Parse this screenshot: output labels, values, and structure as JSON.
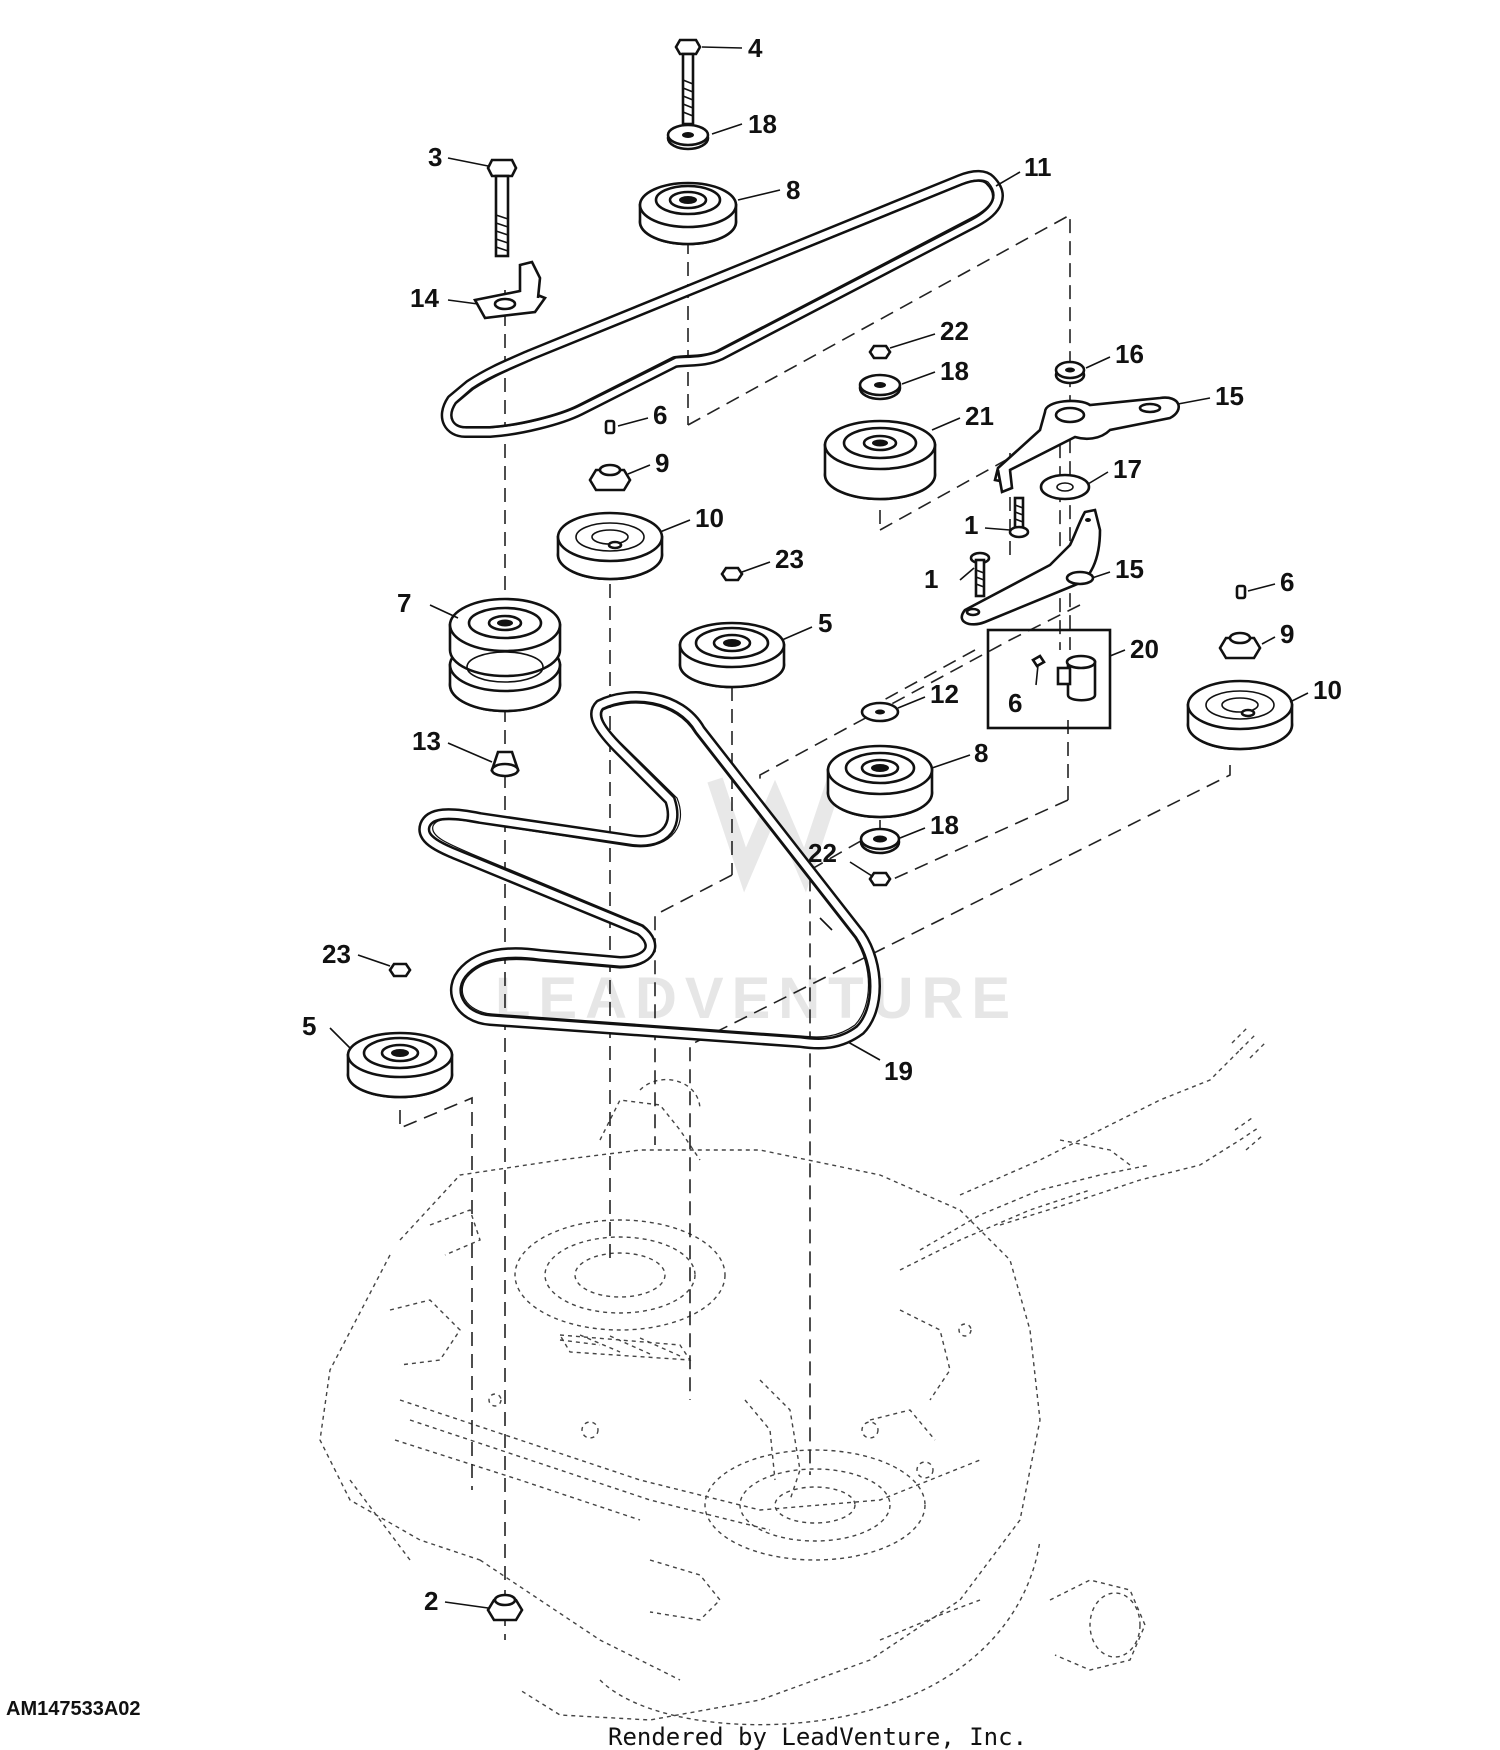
{
  "diagram_id": "AM147533A02",
  "credit": "Rendered by LeadVenture, Inc.",
  "watermark": "LEADVENTURE",
  "callouts": {
    "c1a": "1",
    "c1b": "1",
    "c2": "2",
    "c3": "3",
    "c4": "4",
    "c5a": "5",
    "c5b": "5",
    "c6a": "6",
    "c6b": "6",
    "c6c": "6",
    "c7": "7",
    "c8a": "8",
    "c8b": "8",
    "c9a": "9",
    "c9b": "9",
    "c10a": "10",
    "c10b": "10",
    "c11": "11",
    "c12": "12",
    "c13": "13",
    "c14": "14",
    "c15a": "15",
    "c15b": "15",
    "c16": "16",
    "c17": "17",
    "c18a": "18",
    "c18b": "18",
    "c18c": "18",
    "c19": "19",
    "c20": "20",
    "c21": "21",
    "c22a": "22",
    "c22b": "22",
    "c23a": "23",
    "c23b": "23"
  }
}
